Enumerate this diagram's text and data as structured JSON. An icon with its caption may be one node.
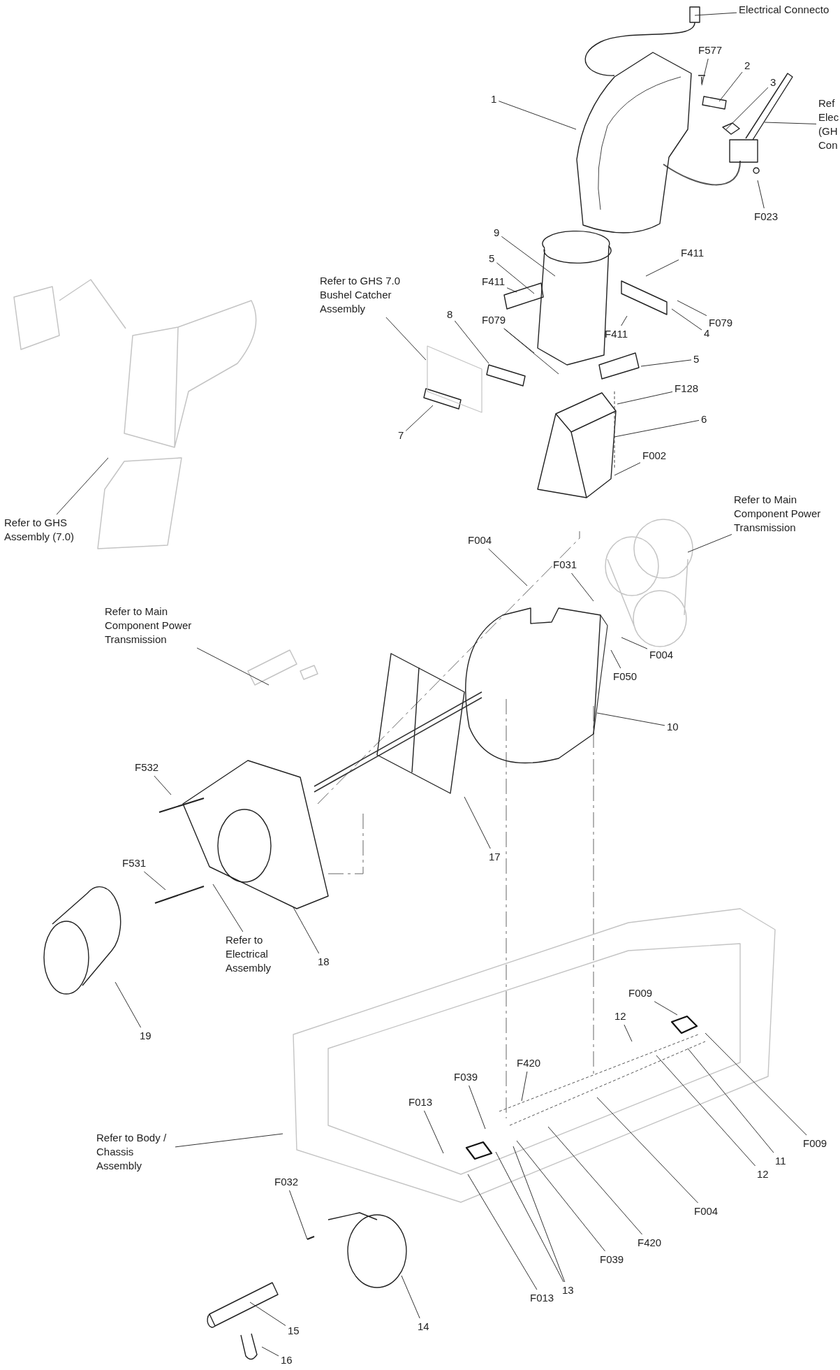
{
  "diagram": {
    "nodes": [
      {
        "text": [
          "Electrical Connecto"
        ]
      },
      {
        "text": [
          "F577"
        ]
      },
      {
        "text": [
          "2"
        ]
      },
      {
        "text": [
          "1"
        ]
      },
      {
        "text": [
          "3"
        ]
      },
      {
        "text": [
          "Ref Elec (GH Con"
        ]
      },
      {
        "text": [
          "F023"
        ]
      },
      {
        "text": [
          "9"
        ]
      },
      {
        "text": [
          "F411"
        ]
      },
      {
        "text": [
          "5"
        ]
      },
      {
        "text": [
          "F411"
        ]
      },
      {
        "text": [
          "8"
        ]
      },
      {
        "text": [
          "Refer to GHS 7.0 Bushel Catcher Assembly"
        ]
      },
      {
        "text": [
          "F079"
        ]
      },
      {
        "text": [
          "F079"
        ]
      },
      {
        "text": [
          "4"
        ]
      },
      {
        "text": [
          "F411"
        ]
      },
      {
        "text": [
          "5"
        ]
      },
      {
        "text": [
          "F128"
        ]
      },
      {
        "text": [
          "7"
        ]
      },
      {
        "text": [
          "6"
        ]
      },
      {
        "text": [
          "F002"
        ]
      },
      {
        "text": [
          "Refer to Main Component Power Transmission"
        ]
      },
      {
        "text": [
          "F004"
        ]
      },
      {
        "text": [
          "Refer to GHS Assembly (7.0)"
        ]
      },
      {
        "text": [
          "F031"
        ]
      },
      {
        "text": [
          "Refer to Main Component Power Transmission"
        ]
      },
      {
        "text": [
          "F004"
        ]
      },
      {
        "text": [
          "F050"
        ]
      },
      {
        "text": [
          "10"
        ]
      },
      {
        "text": [
          "F532"
        ]
      },
      {
        "text": [
          "17"
        ]
      },
      {
        "text": [
          "F531"
        ]
      },
      {
        "text": [
          "Refer to Electrical Assembly"
        ]
      },
      {
        "text": [
          "18"
        ]
      },
      {
        "text": [
          "F009"
        ]
      },
      {
        "text": [
          "12"
        ]
      },
      {
        "text": [
          "19"
        ]
      },
      {
        "text": [
          "F420"
        ]
      },
      {
        "text": [
          "F039"
        ]
      },
      {
        "text": [
          "F013"
        ]
      },
      {
        "text": [
          "Refer to Body / Chassis Assembly"
        ]
      },
      {
        "text": [
          "F009"
        ]
      },
      {
        "text": [
          "11"
        ]
      },
      {
        "text": [
          "12"
        ]
      },
      {
        "text": [
          "F032"
        ]
      },
      {
        "text": [
          "F004"
        ]
      },
      {
        "text": [
          "F420"
        ]
      },
      {
        "text": [
          "F039"
        ]
      },
      {
        "text": [
          "13"
        ]
      },
      {
        "text": [
          "F013"
        ]
      },
      {
        "text": [
          "14"
        ]
      },
      {
        "text": [
          "15"
        ]
      },
      {
        "text": [
          "16"
        ]
      }
    ],
    "edges": [
      {
        "from": 0,
        "to": null,
        "arrow": "none"
      },
      {
        "from": 1,
        "to": null,
        "arrow": "none"
      },
      {
        "from": 2,
        "to": null,
        "arrow": "none"
      },
      {
        "from": 3,
        "to": null,
        "arrow": "none"
      },
      {
        "from": 4,
        "to": null,
        "arrow": "none"
      },
      {
        "from": 5,
        "to": null,
        "arrow": "none"
      },
      {
        "from": 6,
        "to": null,
        "arrow": "none"
      },
      {
        "from": 7,
        "to": null,
        "arrow": "none"
      },
      {
        "from": 8,
        "to": null,
        "arrow": "none"
      },
      {
        "from": 9,
        "to": null,
        "arrow": "none"
      },
      {
        "from": 10,
        "to": null,
        "arrow": "none"
      },
      {
        "from": 11,
        "to": null,
        "arrow": "none"
      },
      {
        "from": 12,
        "to": null,
        "arrow": "none"
      },
      {
        "from": 13,
        "to": null,
        "arrow": "none"
      },
      {
        "from": 13,
        "to": null,
        "arrow": "none"
      },
      {
        "from": 14,
        "to": null,
        "arrow": "none"
      },
      {
        "from": 15,
        "to": null,
        "arrow": "none"
      },
      {
        "from": 16,
        "to": null,
        "arrow": "none"
      },
      {
        "from": 17,
        "to": null,
        "arrow": "none"
      },
      {
        "from": 18,
        "to": null,
        "arrow": "none"
      },
      {
        "from": 19,
        "to": null,
        "arrow": "none"
      },
      {
        "from": 20,
        "to": null,
        "arrow": "none"
      },
      {
        "from": 21,
        "to": null,
        "arrow": "none"
      },
      {
        "from": 22,
        "to": null,
        "arrow": "none"
      },
      {
        "from": 23,
        "to": null,
        "arrow": "none"
      },
      {
        "from": 24,
        "to": null,
        "arrow": "none"
      },
      {
        "from": 25,
        "to": null,
        "arrow": "none"
      },
      {
        "from": 26,
        "to": null,
        "arrow": "none"
      },
      {
        "from": 27,
        "to": null,
        "arrow": "none"
      },
      {
        "from": 28,
        "to": null,
        "arrow": "none"
      },
      {
        "from": 29,
        "to": null,
        "arrow": "none"
      },
      {
        "from": 30,
        "to": null,
        "arrow": "none"
      },
      {
        "from": 31,
        "to": null,
        "arrow": "none"
      },
      {
        "from": 32,
        "to": null,
        "arrow": "none"
      },
      {
        "from": 33,
        "to": null,
        "arrow": "none"
      },
      {
        "from": 34,
        "to": null,
        "arrow": "none"
      },
      {
        "from": 35,
        "to": null,
        "arrow": "none"
      },
      {
        "from": 36,
        "to": null,
        "arrow": "none"
      },
      {
        "from": 37,
        "to": null,
        "arrow": "none"
      },
      {
        "from": 38,
        "to": null,
        "arrow": "none"
      },
      {
        "from": 39,
        "to": null,
        "arrow": "none"
      },
      {
        "from": 40,
        "to": null,
        "arrow": "none"
      },
      {
        "from": 41,
        "to": null,
        "arrow": "none"
      },
      {
        "from": 42,
        "to": null,
        "arrow": "none"
      },
      {
        "from": 43,
        "to": null,
        "arrow": "none"
      },
      {
        "from": 44,
        "to": null,
        "arrow": "none"
      },
      {
        "from": 45,
        "to": null,
        "arrow": "none"
      },
      {
        "from": 46,
        "to": null,
        "arrow": "none"
      },
      {
        "from": 47,
        "to": null,
        "arrow": "none"
      },
      {
        "from": 48,
        "to": null,
        "arrow": "none"
      },
      {
        "from": 49,
        "to": null,
        "arrow": "none"
      },
      {
        "from": 49,
        "to": null,
        "arrow": "none"
      },
      {
        "from": 50,
        "to": null,
        "arrow": "none"
      },
      {
        "from": 51,
        "to": null,
        "arrow": "none"
      },
      {
        "from": 52,
        "to": null,
        "arrow": "none"
      },
      {
        "from": 53,
        "to": null,
        "arrow": "none"
      }
    ]
  }
}
